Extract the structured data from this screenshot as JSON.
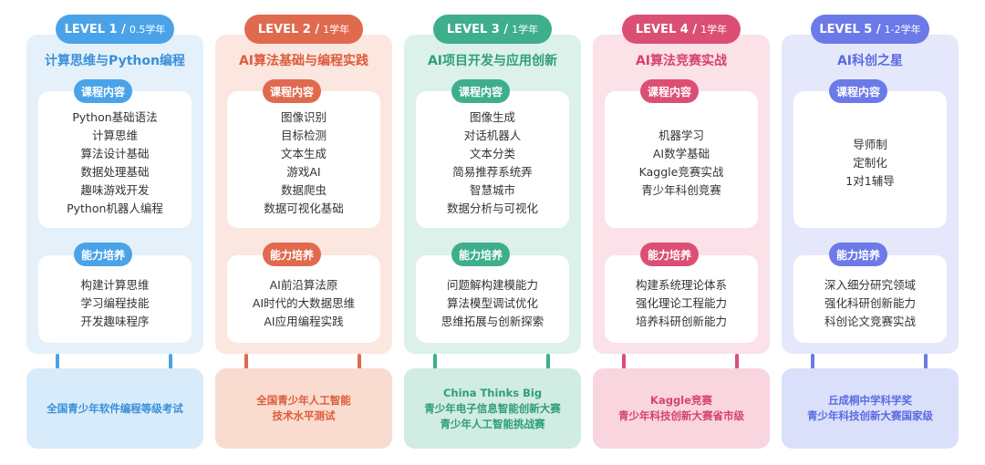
{
  "levels": [
    {
      "tab": "LEVEL 1 /",
      "duration": "0.5学年",
      "title": "计算思维与Python编程",
      "content_label": "课程内容",
      "content": [
        "Python基础语法",
        "计算思维",
        "算法设计基础",
        "数据处理基础",
        "趣味游戏开发",
        "Python机器人编程"
      ],
      "ability_label": "能力培养",
      "ability": [
        "构建计算思维",
        "学习编程技能",
        "开发趣味程序"
      ],
      "footer": [
        "全国青少年软件编程等级考试"
      ],
      "colors": {
        "accent": "#4aa3e8",
        "panel": "#e4f1fb",
        "footer_bg": "#d8ebfa",
        "title": "#3a8fd8"
      }
    },
    {
      "tab": "LEVEL 2 /",
      "duration": "1学年",
      "title": "AI算法基础与编程实践",
      "content_label": "课程内容",
      "content": [
        "图像识别",
        "目标检测",
        "文本生成",
        "游戏AI",
        "数据爬虫",
        "数据可视化基础"
      ],
      "ability_label": "能力培养",
      "ability": [
        "AI前沿算法原",
        "AI时代的大数据思维",
        "AI应用编程实践"
      ],
      "footer": [
        "全国青少年人工智能",
        "技术水平测试"
      ],
      "colors": {
        "accent": "#e06a4e",
        "panel": "#fbe7df",
        "footer_bg": "#f9dccf",
        "title": "#dd5c3c"
      }
    },
    {
      "tab": "LEVEL 3 /",
      "duration": "1学年",
      "title": "AI项目开发与应用创新",
      "content_label": "课程内容",
      "content": [
        "图像生成",
        "对话机器人",
        "文本分类",
        "简易推荐系统弄",
        "智慧城市",
        "数据分析与可视化"
      ],
      "ability_label": "能力培养",
      "ability": [
        "问题解构建模能力",
        "算法模型调试优化",
        "思维拓展与创新探索"
      ],
      "footer": [
        "China Thinks Big",
        "青少年电子信息智能创新大赛",
        "青少年人工智能挑战赛"
      ],
      "colors": {
        "accent": "#3fae8c",
        "panel": "#dcf1e9",
        "footer_bg": "#d1ece2",
        "title": "#2e9e7c"
      }
    },
    {
      "tab": "LEVEL 4 /",
      "duration": "1学年",
      "title": "AI算法竞赛实战",
      "content_label": "课程内容",
      "content": [
        "机器学习",
        "AI数学基础",
        "Kaggle竞赛实战",
        "青少年科创竞赛"
      ],
      "ability_label": "能力培养",
      "ability": [
        "构建系统理论体系",
        "强化理论工程能力",
        "培养科研创新能力"
      ],
      "footer": [
        "Kaggle竞赛",
        "青少年科技创新大赛省市级"
      ],
      "colors": {
        "accent": "#dc4f75",
        "panel": "#fbe1e8",
        "footer_bg": "#f9d5df",
        "title": "#d6436c"
      }
    },
    {
      "tab": "LEVEL 5 /",
      "duration": "1-2学年",
      "title": "AI科创之星",
      "content_label": "课程内容",
      "content": [
        "导师制",
        "定制化",
        "1对1辅导"
      ],
      "ability_label": "能力培养",
      "ability": [
        "深入细分研究领域",
        "强化科研创新能力",
        "科创论文竞赛实战"
      ],
      "footer": [
        "丘成桐中学科学奖",
        "青少年科技创新大赛国家级"
      ],
      "colors": {
        "accent": "#6b7ae8",
        "panel": "#e5e8fb",
        "footer_bg": "#dadffa",
        "title": "#5a6be0"
      }
    }
  ]
}
